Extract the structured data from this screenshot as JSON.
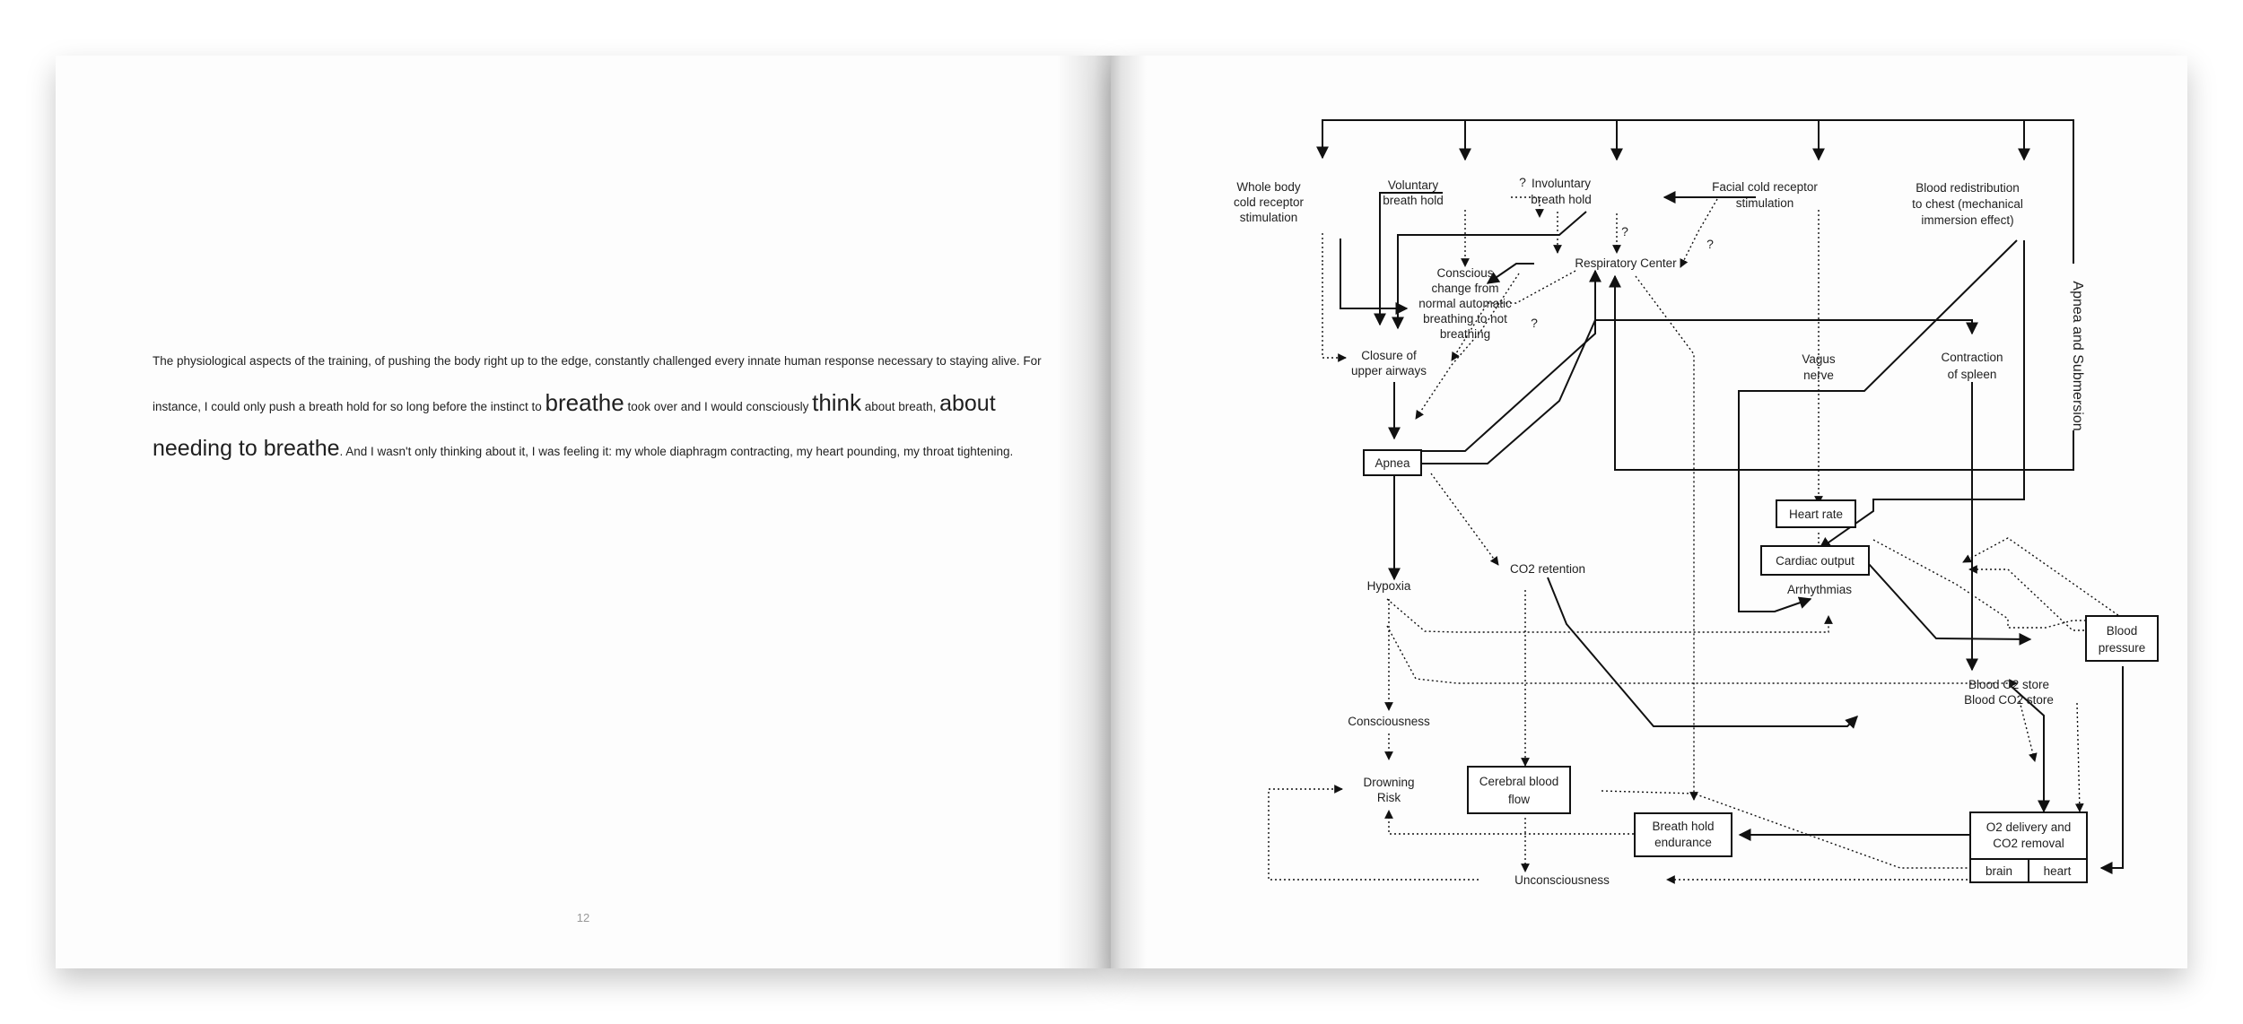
{
  "left_page": {
    "para_a": "The physiological aspects of the training, of pushing the body right up to the edge, constantly challenged every innate human response necessary to staying alive. For instance, I could only push a breath hold for so long before the instinct to ",
    "word_breathe": "breathe",
    "para_b": " took over and I would consciously ",
    "word_think": "think",
    "para_c": " about breath, ",
    "phrase_needing": "about needing to breathe",
    "para_d": ". And I wasn't only thinking about it, I was feeling it: my whole diaphragm contracting, my heart pounding, my throat tightening.",
    "page_number": "12"
  },
  "diagram": {
    "whole_body_1": "Whole body",
    "whole_body_2": "cold receptor",
    "whole_body_3": "stimulation",
    "voluntary_1": "Voluntary",
    "voluntary_2": "breath hold",
    "involuntary_1": "Involuntary",
    "involuntary_2": "breath hold",
    "facial_1": "Facial cold receptor",
    "facial_2": "stimulation",
    "redistribution_1": "Blood redistribution",
    "redistribution_2": "to chest (mechanical",
    "redistribution_3": "immersion effect)",
    "respiratory_center": "Respiratory Center",
    "conscious_1": "Conscious",
    "conscious_2": "change from",
    "conscious_3": "normal automatic",
    "conscious_4": "breathing to not",
    "conscious_5": "breathing",
    "closure_1": "Closure of",
    "closure_2": "upper airways",
    "vagus_1": "Vagus",
    "vagus_2": "nerve",
    "spleen_1": "Contraction",
    "spleen_2": "of spleen",
    "apnea": "Apnea",
    "heart_rate": "Heart rate",
    "cardiac_output": "Cardiac output",
    "arrhythmias": "Arrhythmias",
    "hypoxia": "Hypoxia",
    "co2_retention": "CO2 retention",
    "blood_pressure_1": "Blood",
    "blood_pressure_2": "pressure",
    "o2_store": "Blood O2 store",
    "co2_store": "Blood CO2 store",
    "consciousness": "Consciousness",
    "drowning_1": "Drowning",
    "drowning_2": "Risk",
    "cerebral_1": "Cerebral blood",
    "cerebral_2": "flow",
    "endurance_1": "Breath hold",
    "endurance_2": "endurance",
    "delivery_1": "O2 delivery and",
    "delivery_2": "CO2 removal",
    "brain": "brain",
    "heart": "heart",
    "unconsciousness": "Unconsciousness",
    "side_label": "Apnea and Submersion",
    "question_mark": "?"
  }
}
